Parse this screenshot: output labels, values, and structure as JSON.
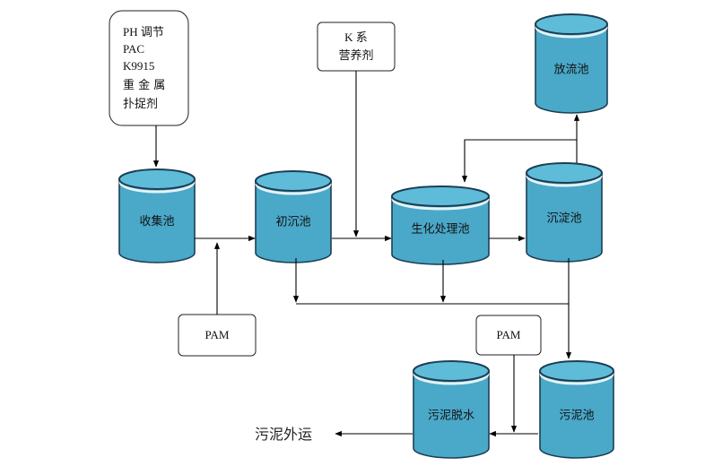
{
  "tanks": {
    "collection": "收集池",
    "primary": "初沉池",
    "bio": "生化处理池",
    "settling": "沉淀池",
    "discharge": "放流池",
    "sludge": "污泥池",
    "dewater": "污泥脱水"
  },
  "reagents": {
    "ph_box": [
      "PH 调节",
      "PAC",
      "K9915",
      "重 金 属",
      "扑捉剂"
    ],
    "k_box": [
      "K 系",
      "营养剂"
    ],
    "pam_left": "PAM",
    "pam_right": "PAM"
  },
  "output_label": "污泥外运",
  "colors": {
    "tank_body": "#4aa8c8",
    "tank_top": "#5fbcd8",
    "tank_rim": "#1b3f55"
  }
}
